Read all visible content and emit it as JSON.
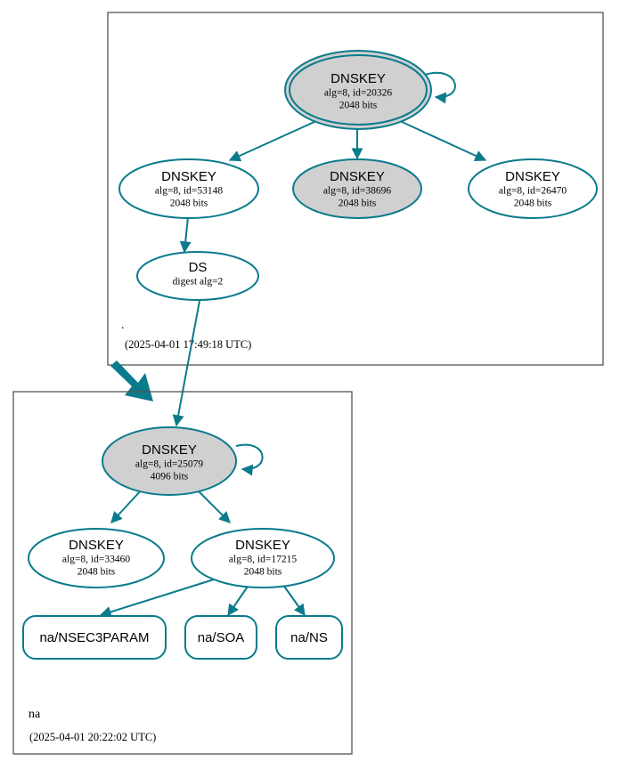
{
  "diagram": {
    "type": "dnssec-trust-chain",
    "colors": {
      "accent": "#0a7b8c",
      "secure_fill": "#d0d0d0",
      "plain_fill": "#ffffff",
      "box_stroke": "#555555",
      "text": "#000000"
    }
  },
  "zones": [
    {
      "id": "root",
      "label": ".",
      "timestamp": "(2025-04-01 17:49:18 UTC)",
      "nodes": [
        {
          "id": "ksk20326",
          "kind": "DNSKEY",
          "title": "DNSKEY",
          "line2": "alg=8, id=20326",
          "line3": "2048 bits",
          "shape": "doubleellipse",
          "fill": "#d0d0d0",
          "self_signed": true
        },
        {
          "id": "zsk53148",
          "kind": "DNSKEY",
          "title": "DNSKEY",
          "line2": "alg=8, id=53148",
          "line3": "2048 bits",
          "shape": "ellipse",
          "fill": "#ffffff",
          "self_signed": false
        },
        {
          "id": "zsk38696",
          "kind": "DNSKEY",
          "title": "DNSKEY",
          "line2": "alg=8, id=38696",
          "line3": "2048 bits",
          "shape": "ellipse",
          "fill": "#d0d0d0",
          "self_signed": false
        },
        {
          "id": "zsk26470",
          "kind": "DNSKEY",
          "title": "DNSKEY",
          "line2": "alg=8, id=26470",
          "line3": "2048 bits",
          "shape": "ellipse",
          "fill": "#ffffff",
          "self_signed": false
        },
        {
          "id": "ds",
          "kind": "DS",
          "title": "DS",
          "line2": "digest alg=2",
          "line3": "",
          "shape": "ellipse",
          "fill": "#ffffff",
          "self_signed": false
        }
      ]
    },
    {
      "id": "na",
      "label": "na",
      "timestamp": "(2025-04-01 20:22:02 UTC)",
      "nodes": [
        {
          "id": "ksk25079",
          "kind": "DNSKEY",
          "title": "DNSKEY",
          "line2": "alg=8, id=25079",
          "line3": "4096 bits",
          "shape": "ellipse",
          "fill": "#d0d0d0",
          "self_signed": true
        },
        {
          "id": "zsk33460",
          "kind": "DNSKEY",
          "title": "DNSKEY",
          "line2": "alg=8, id=33460",
          "line3": "2048 bits",
          "shape": "ellipse",
          "fill": "#ffffff",
          "self_signed": false
        },
        {
          "id": "zsk17215",
          "kind": "DNSKEY",
          "title": "DNSKEY",
          "line2": "alg=8, id=17215",
          "line3": "2048 bits",
          "shape": "ellipse",
          "fill": "#ffffff",
          "self_signed": false
        }
      ],
      "rrsets": [
        {
          "id": "nsec3param",
          "label": "na/NSEC3PARAM"
        },
        {
          "id": "soa",
          "label": "na/SOA"
        },
        {
          "id": "ns",
          "label": "na/NS"
        }
      ]
    }
  ],
  "edges": [
    {
      "from": "ksk20326",
      "to": "ksk20326",
      "kind": "self-sign"
    },
    {
      "from": "ksk20326",
      "to": "zsk53148",
      "kind": "sign"
    },
    {
      "from": "ksk20326",
      "to": "zsk38696",
      "kind": "sign"
    },
    {
      "from": "ksk20326",
      "to": "zsk26470",
      "kind": "sign"
    },
    {
      "from": "zsk53148",
      "to": "ds",
      "kind": "sign"
    },
    {
      "from": "ds",
      "to": "ksk25079",
      "kind": "delegation"
    },
    {
      "from": "root",
      "to": "na",
      "kind": "zone-delegation"
    },
    {
      "from": "ksk25079",
      "to": "ksk25079",
      "kind": "self-sign"
    },
    {
      "from": "ksk25079",
      "to": "zsk33460",
      "kind": "sign"
    },
    {
      "from": "ksk25079",
      "to": "zsk17215",
      "kind": "sign"
    },
    {
      "from": "zsk17215",
      "to": "nsec3param",
      "kind": "sign"
    },
    {
      "from": "zsk17215",
      "to": "soa",
      "kind": "sign"
    },
    {
      "from": "zsk17215",
      "to": "ns",
      "kind": "sign"
    }
  ]
}
